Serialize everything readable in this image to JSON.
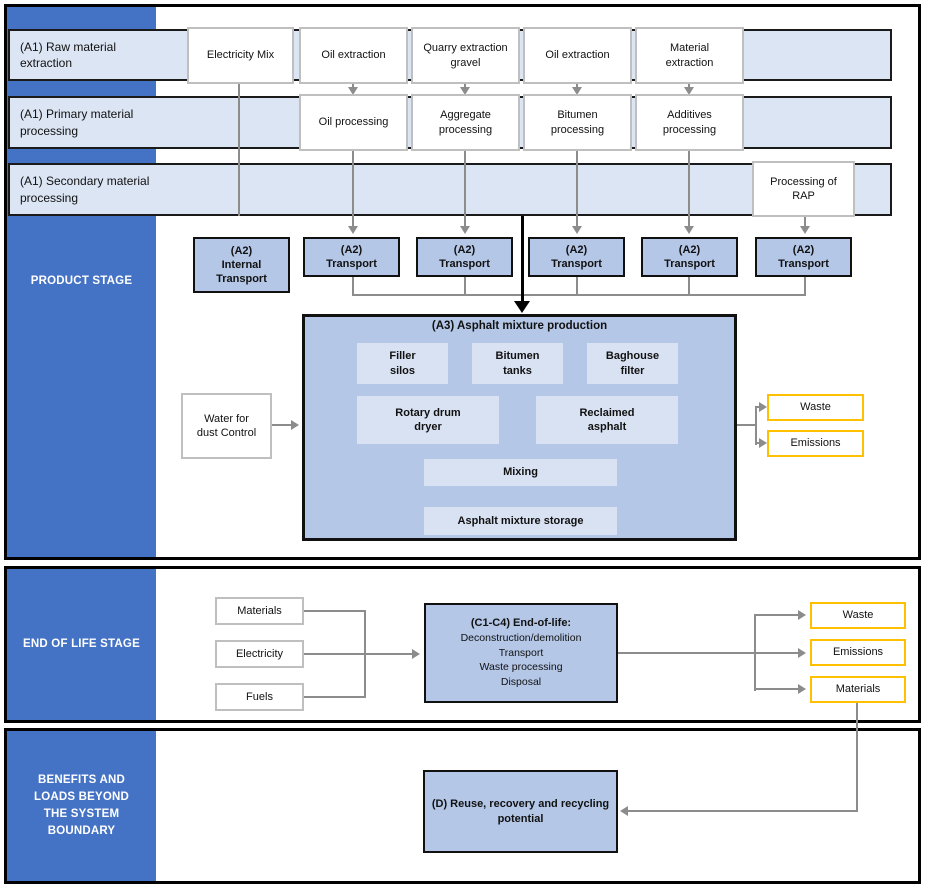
{
  "colors": {
    "sidebar_blue": "#4472C4",
    "band_light_blue": "#DCE5F4",
    "process_box_blue": "#B4C7E7",
    "inner_box_blue": "#D9E2F2",
    "flow_box_yellow_border": "#FFC000",
    "white_box_border": "#BFBFBF",
    "connector_gray": "#8C8C8C",
    "frame_black": "#000000"
  },
  "sidebar": {
    "product_stage": "PRODUCT STAGE",
    "end_of_life": "END OF LIFE STAGE",
    "benefits": "BENEFITS AND LOADS BEYOND THE SYSTEM BOUNDARY"
  },
  "product_stage": {
    "bands": {
      "raw": "(A1) Raw material extraction",
      "primary": "(A1) Primary material processing",
      "secondary": "(A1) Secondary material processing"
    },
    "extraction_boxes": [
      "Electricity Mix",
      "Oil extraction",
      "Quarry extraction gravel",
      "Oil extraction",
      "Material extraction"
    ],
    "processing_boxes": [
      "Oil processing",
      "Aggregate processing",
      "Bitumen processing",
      "Additives processing"
    ],
    "rap_box": "Processing of RAP",
    "internal_transport": "(A2) Internal Transport",
    "transport_boxes": [
      "(A2) Transport",
      "(A2) Transport",
      "(A2) Transport",
      "(A2) Transport",
      "(A2) Transport"
    ],
    "a3": {
      "title": "(A3) Asphalt mixture production",
      "units": [
        "Filler silos",
        "Bitumen tanks",
        "Baghouse filter",
        "Rotary drum dryer",
        "Reclaimed asphalt",
        "Mixing",
        "Asphalt mixture storage"
      ]
    },
    "water_box": "Water for dust Control",
    "outputs": [
      "Waste",
      "Emissions"
    ]
  },
  "end_of_life": {
    "inputs": [
      "Materials",
      "Electricity",
      "Fuels"
    ],
    "c_box": {
      "title": "(C1-C4) End-of-life:",
      "items": [
        "Deconstruction/demolition",
        "Transport",
        "Waste processing",
        "Disposal"
      ]
    },
    "outputs": [
      "Waste",
      "Emissions",
      "Materials"
    ]
  },
  "benefits": {
    "d_box": "(D) Reuse, recovery and recycling potential"
  }
}
